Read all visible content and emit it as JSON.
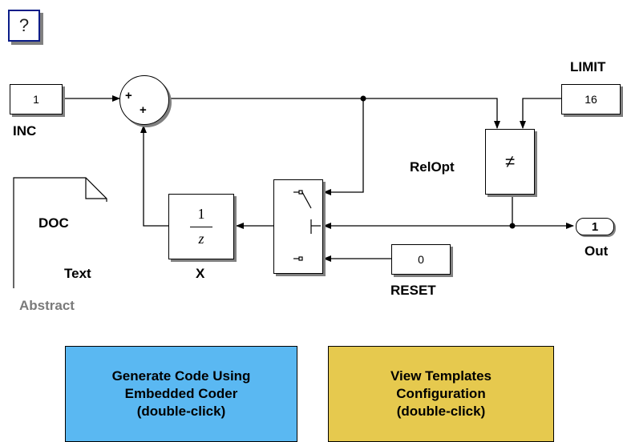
{
  "help_button": {
    "label": "?"
  },
  "inc": {
    "value": "1",
    "name": "INC"
  },
  "limit": {
    "value": "16",
    "name": "LIMIT"
  },
  "relop": {
    "symbol": "≠",
    "name": "RelOpt"
  },
  "delay": {
    "numerator": "1",
    "denominator": "z",
    "name": "X"
  },
  "reset": {
    "value": "0",
    "name": "RESET"
  },
  "out": {
    "port": "1",
    "name": "Out"
  },
  "sum": {
    "sign_top": "+",
    "sign_bottom": "+"
  },
  "doc": {
    "title": "DOC",
    "body": "Text",
    "caption": "Abstract"
  },
  "buttons": {
    "generate": {
      "label": "Generate Code Using\nEmbedded Coder\n(double-click)",
      "color": "#5ab8f2"
    },
    "templates": {
      "label": "View Templates\nConfiguration\n(double-click)",
      "color": "#e6c94e"
    }
  }
}
